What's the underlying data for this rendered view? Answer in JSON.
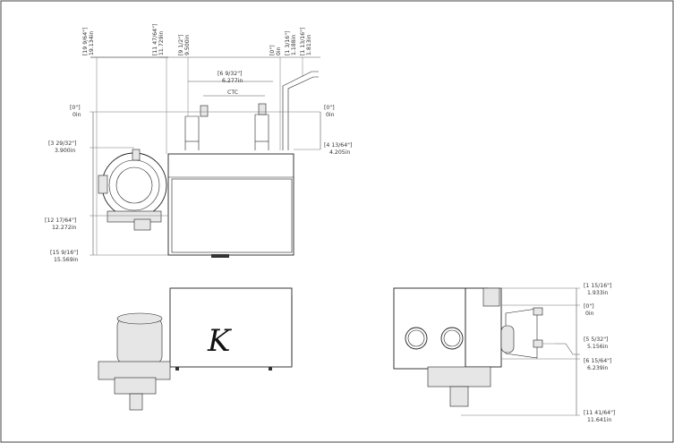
{
  "title_block": "",
  "top_view": {
    "dimensions": [
      {
        "id": "d19-9-64",
        "frac": "[19 9/64\"]",
        "inch": "19.134in"
      },
      {
        "id": "d11-47-64",
        "frac": "[11 47/64\"]",
        "inch": "11.729in"
      },
      {
        "id": "d9-1-2",
        "frac": "[9 1/2\"]",
        "inch": "9.500in"
      },
      {
        "id": "d0-top",
        "frac": "[0\"]",
        "inch": "0in"
      },
      {
        "id": "d1-3-16",
        "frac": "[1 3/16\"]",
        "inch": "1.188in"
      },
      {
        "id": "d1-13-16",
        "frac": "[1 13/16\"]",
        "inch": "1.813in"
      },
      {
        "id": "d6-9-32",
        "frac": "[6 9/32\"]",
        "inch": "6.277in",
        "note": "CTC"
      },
      {
        "id": "d0-left",
        "frac": "[0\"]",
        "inch": "0in"
      },
      {
        "id": "d0-right",
        "frac": "[0\"]",
        "inch": "0in"
      },
      {
        "id": "d3-29-32",
        "frac": "[3 29/32\"]",
        "inch": "3.900in"
      },
      {
        "id": "d4-13-64",
        "frac": "[4 13/64\"]",
        "inch": "4.205in"
      },
      {
        "id": "d12-17-64",
        "frac": "[12 17/64\"]",
        "inch": "12.272in"
      },
      {
        "id": "d15-9-16",
        "frac": "[15 9/16\"]",
        "inch": "15.569in"
      }
    ]
  },
  "side_view": {
    "dimensions": [
      {
        "id": "d1-15-16",
        "frac": "[1 15/16\"]",
        "inch": "1.933in"
      },
      {
        "id": "d0-side",
        "frac": "[0\"]",
        "inch": "0in"
      },
      {
        "id": "d5-5-32",
        "frac": "[5 5/32\"]",
        "inch": "5.156in"
      },
      {
        "id": "d6-15-64",
        "frac": "[6 15/64\"]",
        "inch": "6.239in"
      },
      {
        "id": "d11-41-64",
        "frac": "[11 41/64\"]",
        "inch": "11.641in"
      }
    ]
  },
  "logo_mark": "K"
}
